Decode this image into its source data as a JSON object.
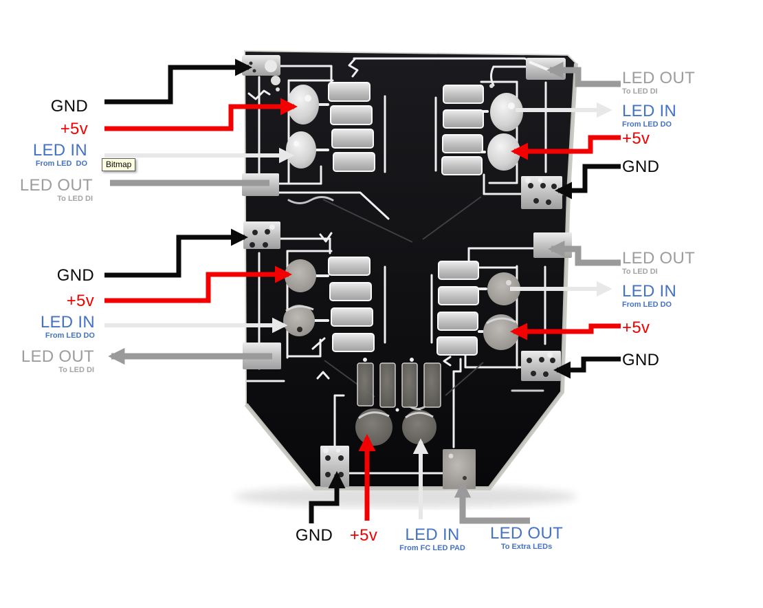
{
  "object_tooltip": {
    "label": "Bitmap"
  },
  "colors": {
    "gnd": "#0a0a0a",
    "power": "#f30000",
    "led_in": "#4472c4",
    "led_out_side": "#9d9d9d",
    "led_in_line": "#e8e8e8",
    "led_out_line": "#9a9a9a",
    "tooltip_bg": "#ffffe1",
    "board": "#0b0b0d",
    "pad_silver": "#c9c9c9"
  },
  "annotations": {
    "top_left": {
      "gnd": "GND",
      "power": "+5v",
      "led_in": "LED IN",
      "led_in_sub": "From LED  DO",
      "led_out": "LED OUT",
      "led_out_sub": "To LED DI"
    },
    "top_right": {
      "led_out": "LED OUT",
      "led_out_sub": "To LED DI",
      "led_in": "LED IN",
      "led_in_sub": "From LED DO",
      "power": "+5v",
      "gnd": "GND"
    },
    "mid_left": {
      "gnd": "GND",
      "power": "+5v",
      "led_in": "LED IN",
      "led_in_sub": "From LED DO",
      "led_out": "LED OUT",
      "led_out_sub": "To LED DI"
    },
    "mid_right": {
      "led_out": "LED OUT",
      "led_out_sub": "To LED DI",
      "led_in": "LED IN",
      "led_in_sub": "From LED DO",
      "power": "+5v",
      "gnd": "GND"
    },
    "bottom": {
      "gnd": "GND",
      "power": "+5v",
      "led_in": "LED IN",
      "led_in_sub": "From FC LED PAD",
      "led_out": "LED OUT",
      "led_out_sub": "To Extra LEDs"
    }
  }
}
